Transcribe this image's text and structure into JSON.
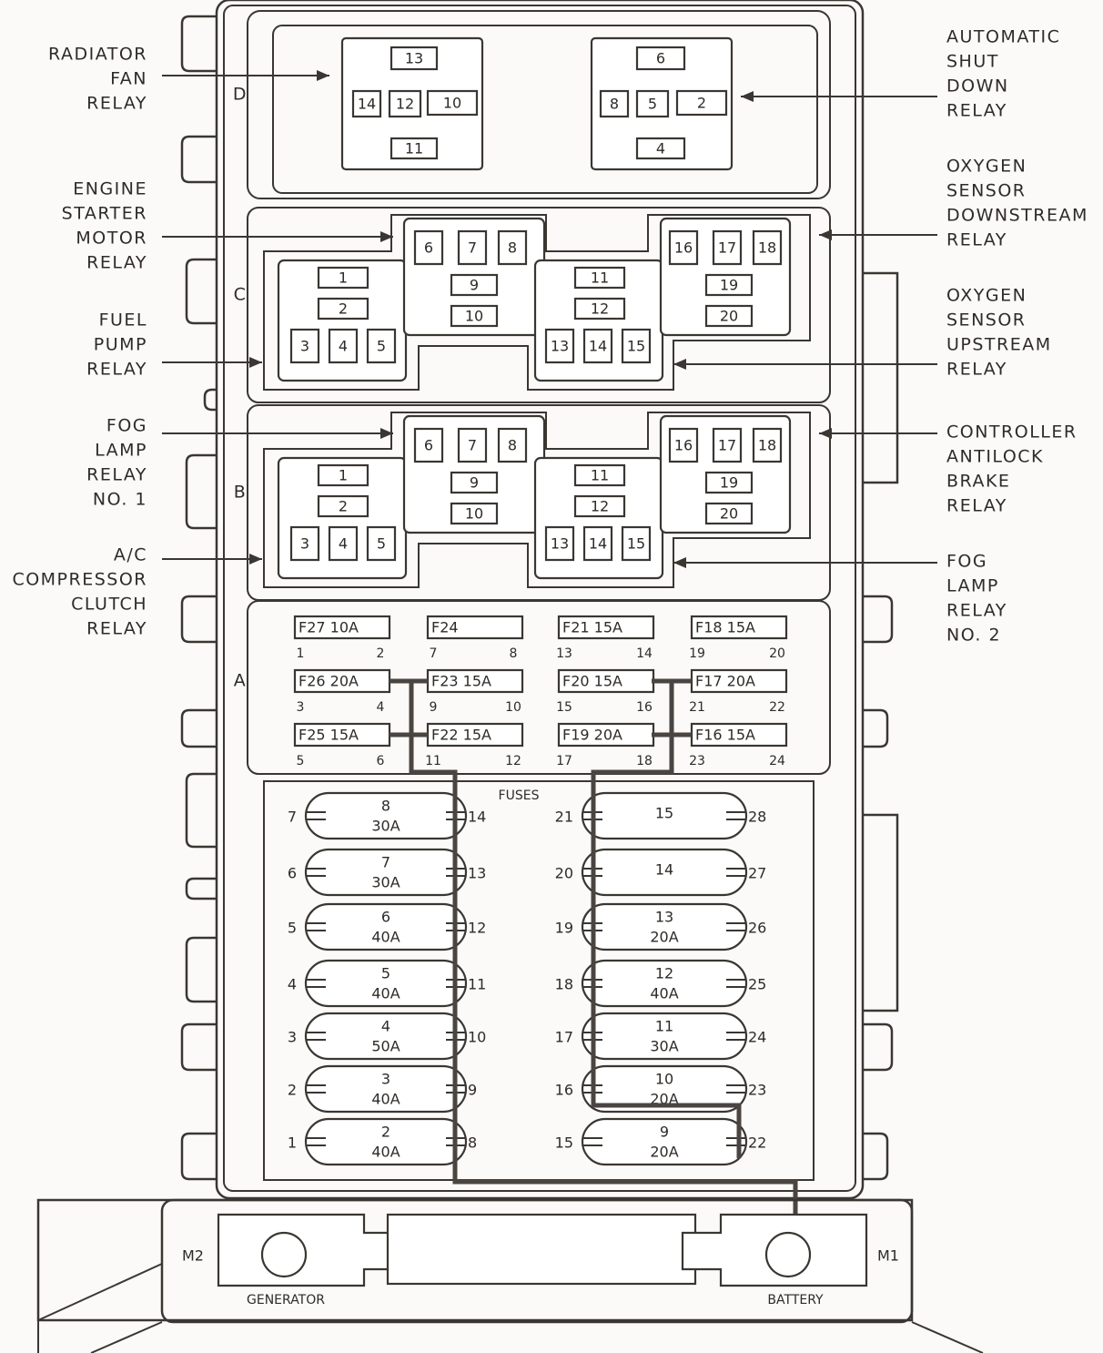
{
  "title": "Power Distribution Center",
  "sections": {
    "d": "D",
    "c": "C",
    "b": "B",
    "a": "A"
  },
  "left_labels": [
    {
      "lines": [
        "RADIATOR",
        "FAN",
        "RELAY"
      ]
    },
    {
      "lines": [
        "ENGINE",
        "STARTER",
        "MOTOR",
        "RELAY"
      ]
    },
    {
      "lines": [
        "FUEL",
        "PUMP",
        "RELAY"
      ]
    },
    {
      "lines": [
        "FOG",
        "LAMP",
        "RELAY",
        "NO. 1"
      ]
    },
    {
      "lines": [
        "A/C",
        "COMPRESSOR",
        "CLUTCH",
        "RELAY"
      ]
    }
  ],
  "right_labels": [
    {
      "lines": [
        "AUTOMATIC",
        "SHUT",
        "DOWN",
        "RELAY"
      ]
    },
    {
      "lines": [
        "OXYGEN",
        "SENSOR",
        "DOWNSTREAM",
        "RELAY"
      ]
    },
    {
      "lines": [
        "OXYGEN",
        "SENSOR",
        "UPSTREAM",
        "RELAY"
      ]
    },
    {
      "lines": [
        "CONTROLLER",
        "ANTILOCK",
        "BRAKE",
        "RELAY"
      ]
    },
    {
      "lines": [
        "FOG",
        "LAMP",
        "RELAY",
        "NO. 2"
      ]
    }
  ],
  "section_d": {
    "left_relay": [
      "13",
      "14",
      "12",
      "10",
      "11"
    ],
    "right_relay": [
      "6",
      "8",
      "5",
      "2",
      "4"
    ]
  },
  "section_c_cavities": [
    "1",
    "2",
    "3",
    "4",
    "5",
    "6",
    "7",
    "8",
    "9",
    "10",
    "11",
    "12",
    "13",
    "14",
    "15",
    "16",
    "17",
    "18",
    "19",
    "20"
  ],
  "section_b_cavities": [
    "1",
    "2",
    "3",
    "4",
    "5",
    "6",
    "7",
    "8",
    "9",
    "10",
    "11",
    "12",
    "13",
    "14",
    "15",
    "16",
    "17",
    "18",
    "19",
    "20"
  ],
  "mini_fuses": [
    {
      "label": "F27 10A",
      "t1": "1",
      "t2": "2"
    },
    {
      "label": "F24",
      "t1": "7",
      "t2": "8"
    },
    {
      "label": "F21 15A",
      "t1": "13",
      "t2": "14"
    },
    {
      "label": "F18 15A",
      "t1": "19",
      "t2": "20"
    },
    {
      "label": "F26 20A",
      "t1": "3",
      "t2": "4"
    },
    {
      "label": "F23 15A",
      "t1": "9",
      "t2": "10"
    },
    {
      "label": "F20 15A",
      "t1": "15",
      "t2": "16"
    },
    {
      "label": "F17 20A",
      "t1": "21",
      "t2": "22"
    },
    {
      "label": "F25 15A",
      "t1": "5",
      "t2": "6"
    },
    {
      "label": "F22 15A",
      "t1": "11",
      "t2": "12"
    },
    {
      "label": "F19 20A",
      "t1": "17",
      "t2": "18"
    },
    {
      "label": "F16 15A",
      "t1": "23",
      "t2": "24"
    }
  ],
  "fuses_title": "FUSES",
  "maxi_fuses_left": [
    {
      "num": "8",
      "amps": "30A",
      "t1": "7",
      "t2": "14"
    },
    {
      "num": "7",
      "amps": "30A",
      "t1": "6",
      "t2": "13"
    },
    {
      "num": "6",
      "amps": "40A",
      "t1": "5",
      "t2": "12"
    },
    {
      "num": "5",
      "amps": "40A",
      "t1": "4",
      "t2": "11"
    },
    {
      "num": "4",
      "amps": "50A",
      "t1": "3",
      "t2": "10"
    },
    {
      "num": "3",
      "amps": "40A",
      "t1": "2",
      "t2": "9"
    },
    {
      "num": "2",
      "amps": "40A",
      "t1": "1",
      "t2": "8"
    }
  ],
  "maxi_fuses_right": [
    {
      "num": "15",
      "amps": "",
      "t1": "21",
      "t2": "28"
    },
    {
      "num": "14",
      "amps": "",
      "t1": "20",
      "t2": "27"
    },
    {
      "num": "13",
      "amps": "20A",
      "t1": "19",
      "t2": "26"
    },
    {
      "num": "12",
      "amps": "40A",
      "t1": "18",
      "t2": "25"
    },
    {
      "num": "11",
      "amps": "30A",
      "t1": "17",
      "t2": "24"
    },
    {
      "num": "10",
      "amps": "20A",
      "t1": "16",
      "t2": "23"
    },
    {
      "num": "9",
      "amps": "20A",
      "t1": "15",
      "t2": "22"
    }
  ],
  "bottom": {
    "m2": "M2",
    "m1": "M1",
    "generator": "GENERATOR",
    "battery": "BATTERY"
  }
}
